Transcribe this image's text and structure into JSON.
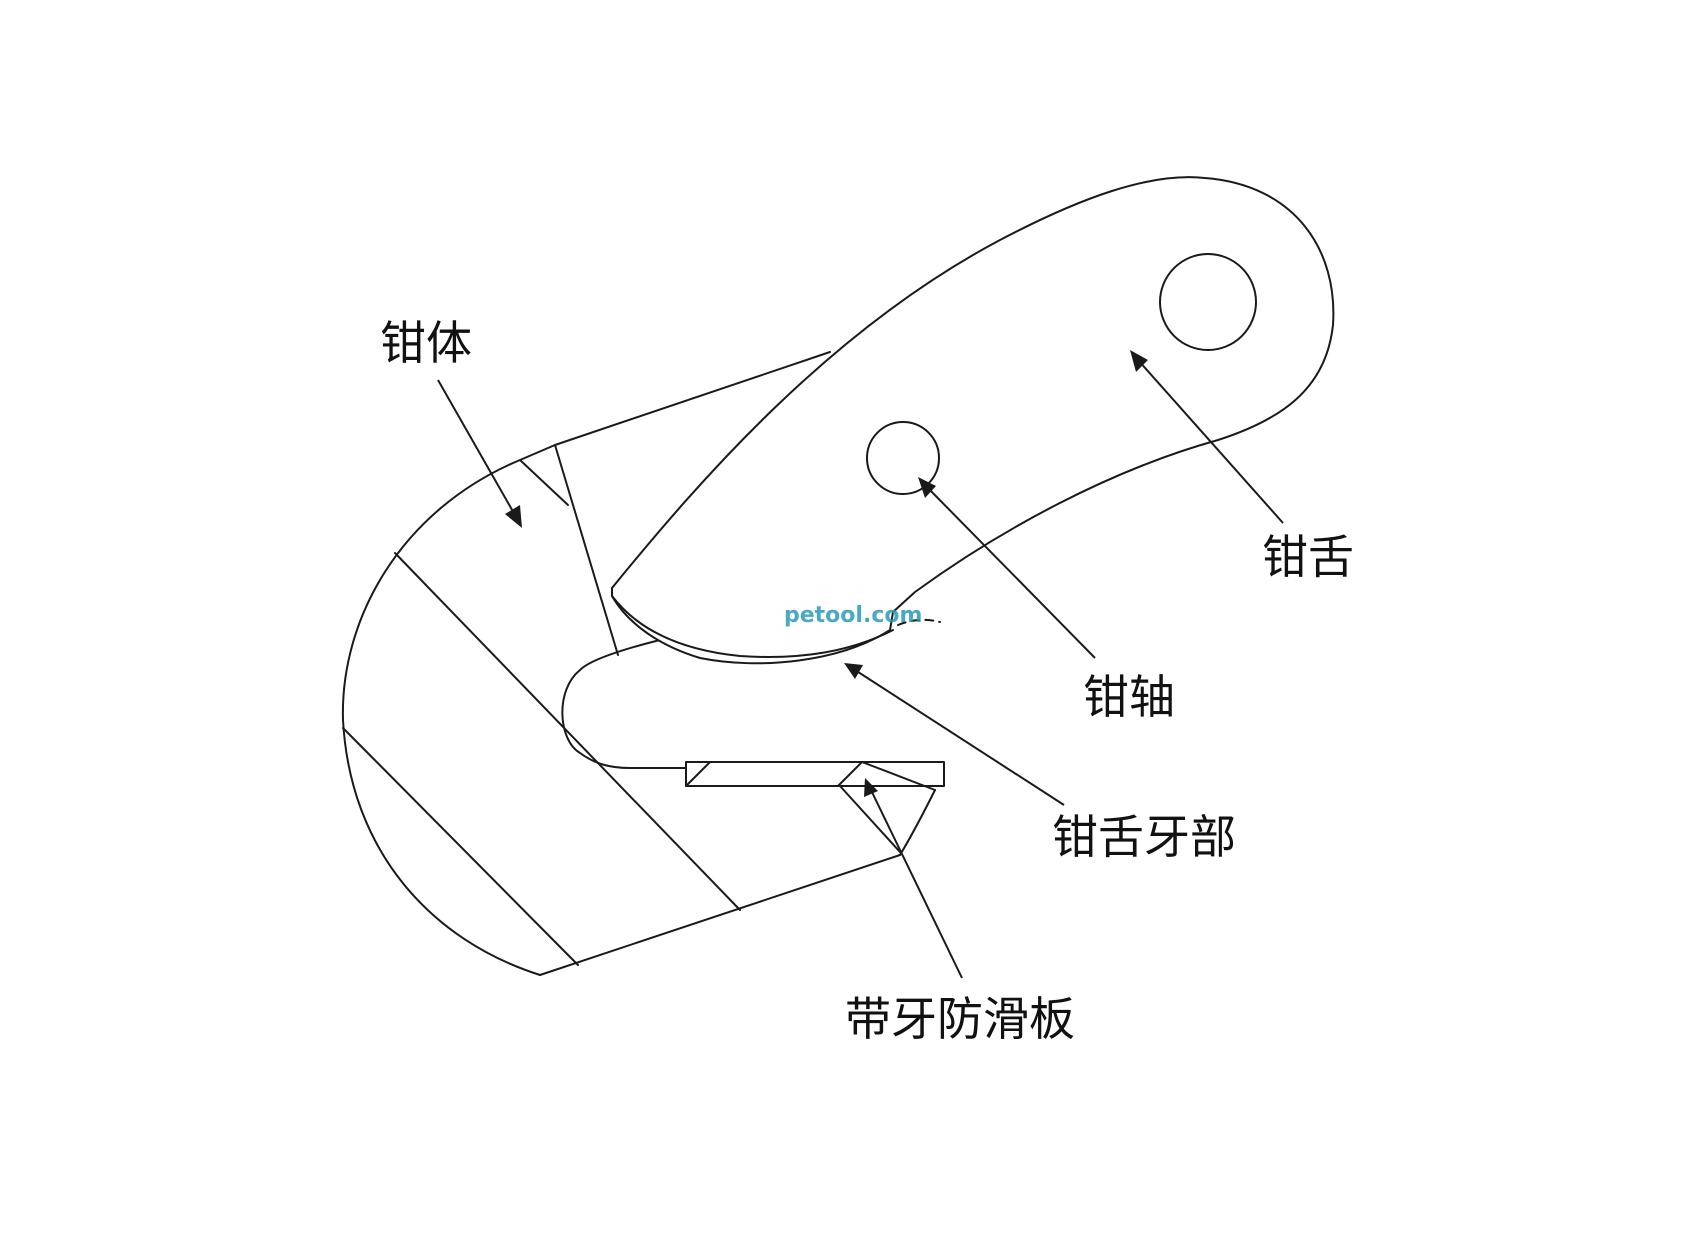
{
  "labels": {
    "plier_body": "钳体",
    "plier_tongue": "钳舌",
    "plier_shaft": "钳轴",
    "tongue_teeth": "钳舌牙部",
    "toothed_antislip_plate": "带牙防滑板"
  },
  "watermark": "petool.com"
}
